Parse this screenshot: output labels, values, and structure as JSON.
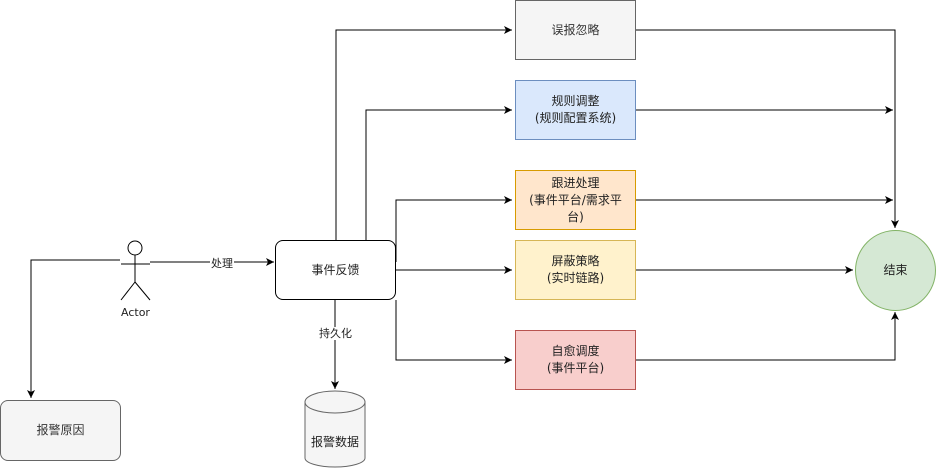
{
  "nodes": {
    "misreport": "误报忽略",
    "rule_adjust": "规则调整\n(规则配置系统)",
    "follow_up": "跟进处理\n(事件平台/需求平\n台)",
    "block_strategy": "屏蔽策略\n(实时链路)",
    "self_heal": "自愈调度\n(事件平台)",
    "end": "结束",
    "event_feedback": "事件反馈",
    "alarm_reason": "报警原因",
    "alarm_data": "报警数据"
  },
  "actor": {
    "label": "Actor"
  },
  "edge_labels": {
    "handle": "处理",
    "persist": "持久化"
  },
  "colors": {
    "gray_fill": "#f5f5f5",
    "blue_fill": "#dae8fc",
    "orange_fill": "#ffe6cc",
    "yellow_fill": "#fff2cc",
    "red_fill": "#f8cecc",
    "green_fill": "#d5e8d4"
  }
}
